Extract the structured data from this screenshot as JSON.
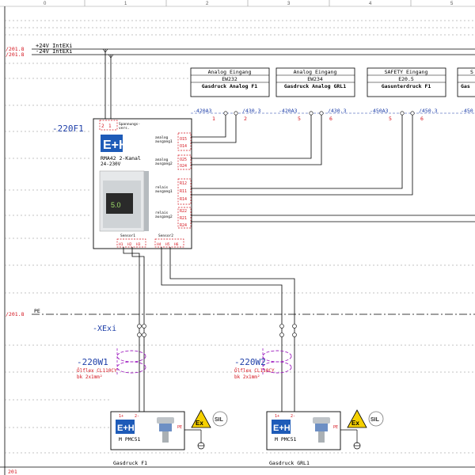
{
  "ruler": {
    "cols": [
      "0",
      "1",
      "2",
      "3",
      "4",
      "5"
    ]
  },
  "refs": {
    "top1": "/201.8",
    "top2": "/201.8",
    "pe": "/201.8",
    "page": "201"
  },
  "supply": {
    "plus": "+24V IntEXi",
    "minus": "-24V IntEXi",
    "pe": "PE"
  },
  "device": {
    "tag": "-220F1",
    "model": "RMA42 2-Kanal",
    "voltage": "24-230V",
    "supply_label": "Spannungs-\nvers.",
    "supply_terms": [
      "2",
      "1"
    ],
    "analog1": "analog\nausgang1",
    "analog2": "analog\nausgang2",
    "relais1": "relais\nausgang1",
    "relais2": "relais\nausgang2",
    "terms_right": [
      "O15",
      "O14",
      "O25",
      "O24",
      "R12",
      "R11",
      "R14",
      "R22",
      "R21",
      "R24"
    ],
    "sensor1": "Sensor1",
    "sensor2": "Sensor2",
    "sensor_terms": [
      "H1",
      "H2",
      "H3",
      "H4",
      "H5",
      "H6"
    ]
  },
  "io_boxes": [
    {
      "title": "Analog Eingang",
      "addr": "EW232",
      "name": "Gasdruck Analog F1",
      "left": "-420A3",
      "right": "/430.3",
      "t1": "1",
      "t2": "2"
    },
    {
      "title": "Analog Eingang",
      "addr": "EW234",
      "name": "Gasdruck Analog GRL1",
      "left": "-420A3",
      "right": "/430.3",
      "t1": "5",
      "t2": "6"
    },
    {
      "title": "SAFETY Eingang",
      "addr": "E20.5",
      "name": "Gasunterdruck  F1",
      "left": "-450A3",
      "right": "/450.3",
      "t1": "5",
      "t2": "6"
    },
    {
      "title": "S",
      "addr": "",
      "name": "Gas",
      "left": "-450",
      "right": "",
      "t1": "",
      "t2": ""
    }
  ],
  "xexi": "-XExi",
  "cables": [
    {
      "tag": "-220W1",
      "type": "Ölflex CL110CY",
      "size": "bk 2x1mm²"
    },
    {
      "tag": "-220W2",
      "type": "Ölflex CL110CY",
      "size": "bk 2x1mm²"
    }
  ],
  "sensors": [
    {
      "model": "M PMC51",
      "terms": [
        "1+",
        "2-",
        "PE"
      ],
      "caption": "Gasdruck   F1"
    },
    {
      "model": "M PMC51",
      "terms": [
        "1+",
        "2-",
        "PE"
      ],
      "caption": "Gasdruck   GRL1"
    }
  ],
  "marks": {
    "ex": "Ex",
    "sil": "SIL"
  },
  "colors": {
    "blue": "#1e3fa8",
    "red": "#d4141e",
    "purple": "#a020c0",
    "line": "#000000",
    "grid": "#777777"
  }
}
